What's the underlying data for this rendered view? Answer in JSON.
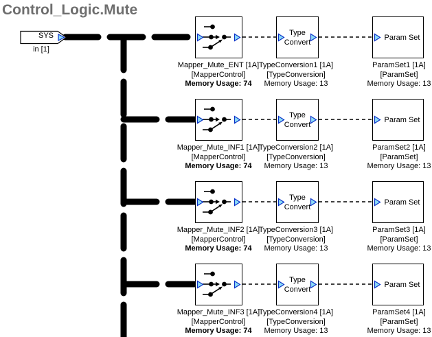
{
  "title": "Control_Logic.Mute",
  "source": {
    "tag_label": "SYS",
    "port_label": "in [1]"
  },
  "shared": {
    "converter_line1": "Type",
    "converter_line2": "Convert",
    "paramset_label": "Param Set"
  },
  "rows": [
    {
      "mapper_name": "Mapper_Mute_ENT [1A]",
      "mapper_type": "[MapperControl]",
      "mapper_memory": "Memory Usage: 74",
      "converter_name": "TypeConversion1 [1A]",
      "converter_type": "[TypeConversion]",
      "converter_memory": "Memory Usage: 13",
      "paramset_name": "ParamSet1 [1A]",
      "paramset_type": "[ParamSet]",
      "paramset_memory": "Memory Usage: 13"
    },
    {
      "mapper_name": "Mapper_Mute_INF1 [1A]",
      "mapper_type": "[MapperControl]",
      "mapper_memory": "Memory Usage: 74",
      "converter_name": "TypeConversion2 [1A]",
      "converter_type": "[TypeConversion]",
      "converter_memory": "Memory Usage: 13",
      "paramset_name": "ParamSet2 [1A]",
      "paramset_type": "[ParamSet]",
      "paramset_memory": "Memory Usage: 13"
    },
    {
      "mapper_name": "Mapper_Mute_INF2 [1A]",
      "mapper_type": "[MapperControl]",
      "mapper_memory": "Memory Usage: 74",
      "converter_name": "TypeConversion3 [1A]",
      "converter_type": "[TypeConversion]",
      "converter_memory": "Memory Usage: 13",
      "paramset_name": "ParamSet3 [1A]",
      "paramset_type": "[ParamSet]",
      "paramset_memory": "Memory Usage: 13"
    },
    {
      "mapper_name": "Mapper_Mute_INF3 [1A]",
      "mapper_type": "[MapperControl]",
      "mapper_memory": "Memory Usage: 74",
      "converter_name": "TypeConversion4 [1A]",
      "converter_type": "[TypeConversion]",
      "converter_memory": "Memory Usage: 13",
      "paramset_name": "ParamSet4 [1A]",
      "paramset_type": "[ParamSet]",
      "paramset_memory": "Memory Usage: 13"
    }
  ],
  "icons": {
    "mapper_icon": "dot-routing-map-icon",
    "port_icon": "right-triangle-port-icon",
    "sys_tag": "input-tag-pentagon"
  },
  "colors": {
    "title_text": "#6e6e6e",
    "wire": "#000000",
    "port_fill": "#8ddcf6",
    "port_stroke": "#0a32c8",
    "block_border": "#000000",
    "background": "#ffffff"
  }
}
